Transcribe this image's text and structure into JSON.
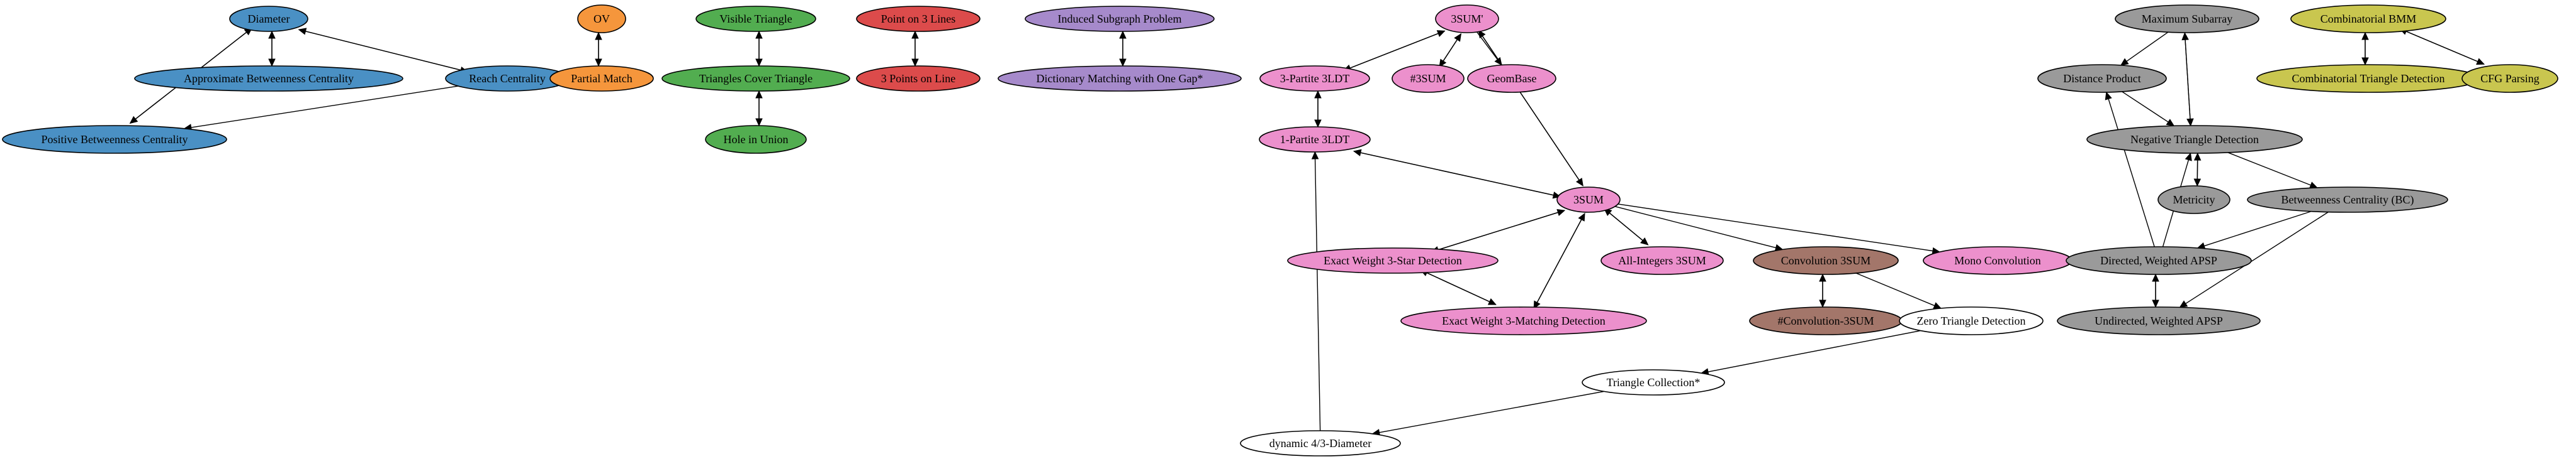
{
  "colors": {
    "blue": "#4a90c4",
    "orange": "#f5963c",
    "green": "#52ad50",
    "red": "#dc4b4b",
    "purple": "#a68acb",
    "pink": "#ec90cc",
    "brown": "#a3766a",
    "gray": "#9a9a9a",
    "olive": "#c9c64f",
    "white": "#ffffff"
  },
  "nodes": [
    {
      "id": "diameter",
      "label": "Diameter",
      "color": "blue"
    },
    {
      "id": "approx_bc",
      "label": "Approximate Betweenness Centrality",
      "color": "blue"
    },
    {
      "id": "reach_centrality",
      "label": "Reach Centrality",
      "color": "blue"
    },
    {
      "id": "positive_bc",
      "label": "Positive Betweenness Centrality",
      "color": "blue"
    },
    {
      "id": "ov",
      "label": "OV",
      "color": "orange"
    },
    {
      "id": "partial_match",
      "label": "Partial Match",
      "color": "orange"
    },
    {
      "id": "visible_triangle",
      "label": "Visible Triangle",
      "color": "green"
    },
    {
      "id": "triangles_cover",
      "label": "Triangles Cover Triangle",
      "color": "green"
    },
    {
      "id": "hole_in_union",
      "label": "Hole in Union",
      "color": "green"
    },
    {
      "id": "point_on_3_lines",
      "label": "Point on 3 Lines",
      "color": "red"
    },
    {
      "id": "three_points_on_line",
      "label": "3 Points on Line",
      "color": "red"
    },
    {
      "id": "induced_subgraph",
      "label": "Induced Subgraph Problem",
      "color": "purple"
    },
    {
      "id": "dict_matching",
      "label": "Dictionary Matching with One Gap*",
      "color": "purple"
    },
    {
      "id": "threesum_prime",
      "label": "3SUM'",
      "color": "pink"
    },
    {
      "id": "three_partite_3ldt",
      "label": "3-Partite 3LDT",
      "color": "pink"
    },
    {
      "id": "sharp_3sum",
      "label": "#3SUM",
      "color": "pink"
    },
    {
      "id": "geombase",
      "label": "GeomBase",
      "color": "pink"
    },
    {
      "id": "one_partite_3ldt",
      "label": "1-Partite 3LDT",
      "color": "pink"
    },
    {
      "id": "threesum",
      "label": "3SUM",
      "color": "pink"
    },
    {
      "id": "exact_3star",
      "label": "Exact Weight 3-Star Detection",
      "color": "pink"
    },
    {
      "id": "all_integers_3sum",
      "label": "All-Integers 3SUM",
      "color": "pink"
    },
    {
      "id": "mono_convolution",
      "label": "Mono Convolution",
      "color": "pink"
    },
    {
      "id": "exact_3matching",
      "label": "Exact Weight 3-Matching Detection",
      "color": "pink"
    },
    {
      "id": "convolution_3sum",
      "label": "Convolution 3SUM",
      "color": "brown"
    },
    {
      "id": "sharp_conv_3sum",
      "label": "#Convolution-3SUM",
      "color": "brown"
    },
    {
      "id": "zero_triangle",
      "label": "Zero Triangle Detection",
      "color": "white"
    },
    {
      "id": "triangle_collection",
      "label": "Triangle Collection*",
      "color": "white"
    },
    {
      "id": "dynamic_diameter",
      "label": "dynamic 4/3-Diameter",
      "color": "white"
    },
    {
      "id": "max_subarray",
      "label": "Maximum Subarray",
      "color": "gray"
    },
    {
      "id": "distance_product",
      "label": "Distance Product",
      "color": "gray"
    },
    {
      "id": "neg_triangle",
      "label": "Negative Triangle Detection",
      "color": "gray"
    },
    {
      "id": "metricity",
      "label": "Metricity",
      "color": "gray"
    },
    {
      "id": "betweenness_bc",
      "label": "Betweenness Centrality (BC)",
      "color": "gray"
    },
    {
      "id": "directed_apsp",
      "label": "Directed, Weighted APSP",
      "color": "gray"
    },
    {
      "id": "undirected_apsp",
      "label": "Undirected, Weighted APSP",
      "color": "gray"
    },
    {
      "id": "comb_bmm",
      "label": "Combinatorial BMM",
      "color": "olive"
    },
    {
      "id": "comb_triangle",
      "label": "Combinatorial Triangle Detection",
      "color": "olive"
    },
    {
      "id": "cfg_parsing",
      "label": "CFG Parsing",
      "color": "olive"
    }
  ],
  "edges": [
    {
      "from": "diameter",
      "to": "approx_bc"
    },
    {
      "from": "approx_bc",
      "to": "diameter"
    },
    {
      "from": "diameter",
      "to": "reach_centrality"
    },
    {
      "from": "reach_centrality",
      "to": "diameter"
    },
    {
      "from": "diameter",
      "to": "positive_bc"
    },
    {
      "from": "positive_bc",
      "to": "diameter"
    },
    {
      "from": "reach_centrality",
      "to": "positive_bc"
    },
    {
      "from": "ov",
      "to": "partial_match"
    },
    {
      "from": "partial_match",
      "to": "ov"
    },
    {
      "from": "visible_triangle",
      "to": "triangles_cover"
    },
    {
      "from": "triangles_cover",
      "to": "visible_triangle"
    },
    {
      "from": "triangles_cover",
      "to": "hole_in_union"
    },
    {
      "from": "hole_in_union",
      "to": "triangles_cover"
    },
    {
      "from": "point_on_3_lines",
      "to": "three_points_on_line"
    },
    {
      "from": "three_points_on_line",
      "to": "point_on_3_lines"
    },
    {
      "from": "induced_subgraph",
      "to": "dict_matching"
    },
    {
      "from": "dict_matching",
      "to": "induced_subgraph"
    },
    {
      "from": "threesum_prime",
      "to": "three_partite_3ldt"
    },
    {
      "from": "three_partite_3ldt",
      "to": "threesum_prime"
    },
    {
      "from": "threesum_prime",
      "to": "sharp_3sum"
    },
    {
      "from": "sharp_3sum",
      "to": "threesum_prime"
    },
    {
      "from": "threesum_prime",
      "to": "geombase"
    },
    {
      "from": "threesum_prime",
      "to": "threesum"
    },
    {
      "from": "threesum",
      "to": "threesum_prime"
    },
    {
      "from": "three_partite_3ldt",
      "to": "one_partite_3ldt"
    },
    {
      "from": "one_partite_3ldt",
      "to": "three_partite_3ldt"
    },
    {
      "from": "one_partite_3ldt",
      "to": "threesum"
    },
    {
      "from": "threesum",
      "to": "one_partite_3ldt"
    },
    {
      "from": "threesum",
      "to": "exact_3star"
    },
    {
      "from": "exact_3star",
      "to": "threesum"
    },
    {
      "from": "threesum",
      "to": "exact_3matching"
    },
    {
      "from": "exact_3matching",
      "to": "threesum"
    },
    {
      "from": "threesum",
      "to": "all_integers_3sum"
    },
    {
      "from": "all_integers_3sum",
      "to": "threesum"
    },
    {
      "from": "threesum",
      "to": "convolution_3sum"
    },
    {
      "from": "threesum",
      "to": "mono_convolution"
    },
    {
      "from": "exact_3star",
      "to": "exact_3matching"
    },
    {
      "from": "exact_3matching",
      "to": "exact_3star"
    },
    {
      "from": "convolution_3sum",
      "to": "sharp_conv_3sum"
    },
    {
      "from": "sharp_conv_3sum",
      "to": "convolution_3sum"
    },
    {
      "from": "convolution_3sum",
      "to": "zero_triangle"
    },
    {
      "from": "zero_triangle",
      "to": "triangle_collection"
    },
    {
      "from": "triangle_collection",
      "to": "dynamic_diameter"
    },
    {
      "from": "dynamic_diameter",
      "to": "one_partite_3ldt"
    },
    {
      "from": "max_subarray",
      "to": "distance_product"
    },
    {
      "from": "max_subarray",
      "to": "neg_triangle"
    },
    {
      "from": "neg_triangle",
      "to": "max_subarray"
    },
    {
      "from": "distance_product",
      "to": "neg_triangle"
    },
    {
      "from": "neg_triangle",
      "to": "metricity"
    },
    {
      "from": "metricity",
      "to": "neg_triangle"
    },
    {
      "from": "neg_triangle",
      "to": "betweenness_bc"
    },
    {
      "from": "betweenness_bc",
      "to": "directed_apsp"
    },
    {
      "from": "betweenness_bc",
      "to": "undirected_apsp"
    },
    {
      "from": "directed_apsp",
      "to": "distance_product"
    },
    {
      "from": "directed_apsp",
      "to": "neg_triangle"
    },
    {
      "from": "directed_apsp",
      "to": "undirected_apsp"
    },
    {
      "from": "undirected_apsp",
      "to": "directed_apsp"
    },
    {
      "from": "comb_bmm",
      "to": "comb_triangle"
    },
    {
      "from": "comb_triangle",
      "to": "comb_bmm"
    },
    {
      "from": "comb_bmm",
      "to": "cfg_parsing"
    },
    {
      "from": "cfg_parsing",
      "to": "comb_bmm"
    }
  ]
}
